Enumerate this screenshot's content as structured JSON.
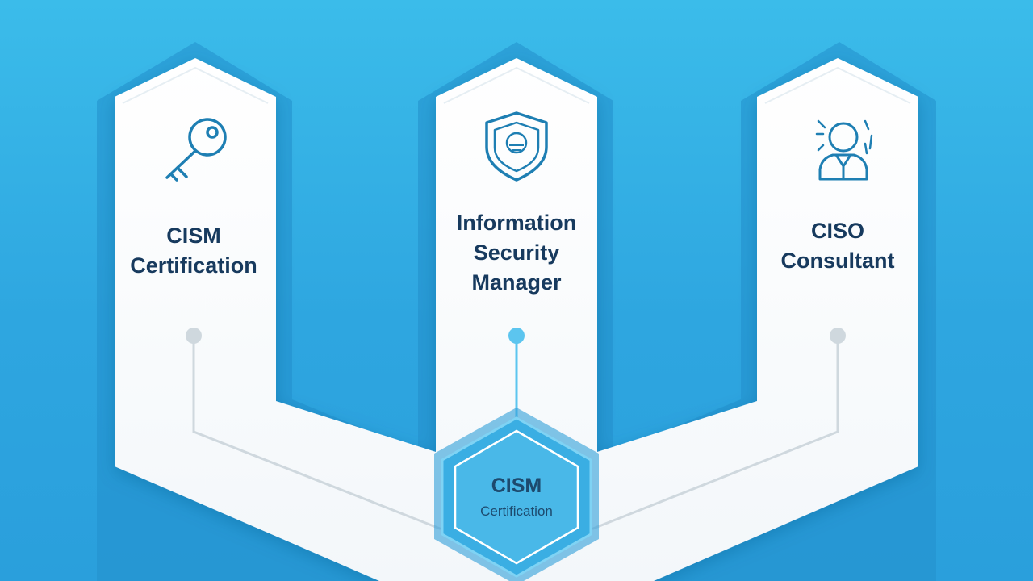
{
  "colors": {
    "background": "#33b1e6",
    "panel": "#ffffff",
    "icon_stroke": "#1e7fb3",
    "connector": "#cfd8de",
    "connector_active": "#5cc5ef",
    "text": "#173a5e",
    "hexagon": "#3aaee3"
  },
  "cards": [
    {
      "icon": "key-icon",
      "lines": [
        "CISM",
        "Certification"
      ]
    },
    {
      "icon": "shield-icon",
      "lines": [
        "Information",
        "Security",
        "Manager"
      ]
    },
    {
      "icon": "consultant-icon",
      "lines": [
        "CISO",
        "Consultant"
      ]
    }
  ],
  "center_badge": {
    "title": "CISM",
    "subtitle": "Certification"
  }
}
